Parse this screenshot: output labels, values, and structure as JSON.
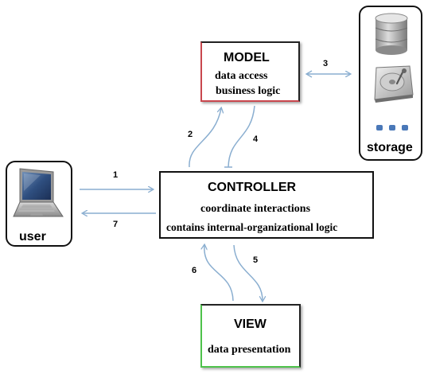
{
  "model": {
    "title": "MODEL",
    "line1": "data access",
    "line2": "business logic"
  },
  "controller": {
    "title": "CONTROLLER",
    "line1": "coordinate interactions",
    "line2": "contains internal-organizational logic"
  },
  "view": {
    "title": "VIEW",
    "line1": "data presentation"
  },
  "user": {
    "label": "user"
  },
  "storage": {
    "label": "storage"
  },
  "arrows": {
    "a1": "1",
    "a2": "2",
    "a3": "3",
    "a4": "4",
    "a5": "5",
    "a6": "6",
    "a7": "7"
  },
  "colors": {
    "arrow": "#8aaed0",
    "model_accent": "#c9474e",
    "view_accent": "#4ec24b"
  }
}
